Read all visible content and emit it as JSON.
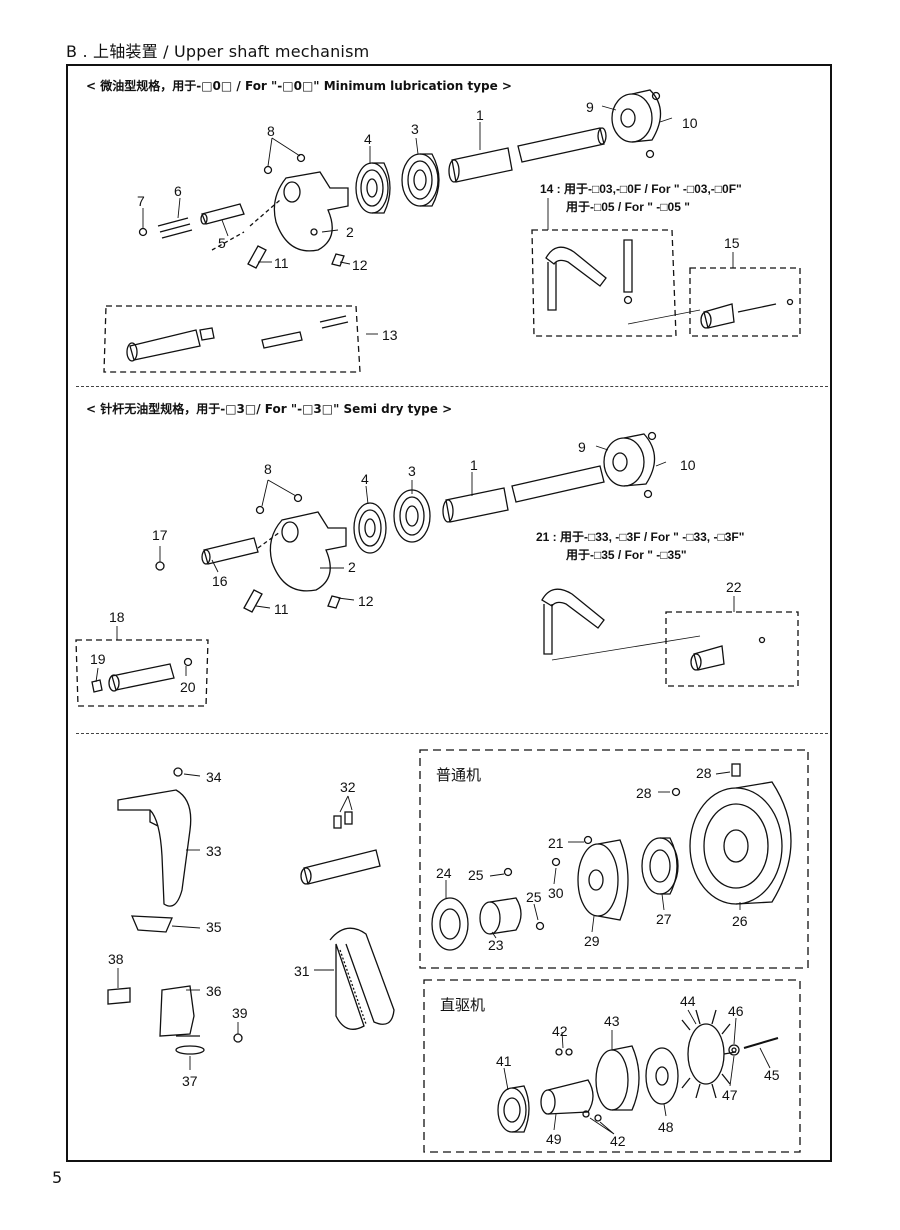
{
  "header": {
    "title": "B . 上轴装置 / Upper shaft mechanism"
  },
  "page_number": "5",
  "sections": {
    "minimum": {
      "title": "< 微油型规格，用于-□0□ / For \"-□0□\" Minimum lubrication type >"
    },
    "semidry": {
      "title": "< 针杆无油型规格，用于-□3□/ For \"-□3□\" Semi dry type >"
    },
    "standard": {
      "title": "普通机"
    },
    "direct": {
      "title": "直驱机"
    }
  },
  "notes": {
    "n14a": "14 : 用于-□03,-□0F / For \" -□03,-□0F\"",
    "n14b": "用于-□05 / For \" -□05 \"",
    "n21a": "21 : 用于-□33, -□3F / For \" -□33, -□3F\"",
    "n21b": "用于-□35 / For \" -□35\""
  },
  "labels": {
    "top": {
      "l1": "1",
      "l2": "2",
      "l3": "3",
      "l4": "4",
      "l5": "5",
      "l6": "6",
      "l7": "7",
      "l8": "8",
      "l9": "9",
      "l10": "10",
      "l11": "11",
      "l12": "12",
      "l13": "13",
      "l15": "15"
    },
    "mid": {
      "l1": "1",
      "l2": "2",
      "l3": "3",
      "l4": "4",
      "l8": "8",
      "l9": "9",
      "l10": "10",
      "l11": "11",
      "l12": "12",
      "l16": "16",
      "l17": "17",
      "l18": "18",
      "l19": "19",
      "l20": "20",
      "l22": "22"
    },
    "bottom": {
      "l21": "21",
      "l23": "23",
      "l24": "24",
      "l25a": "25",
      "l25b": "25",
      "l26": "26",
      "l27": "27",
      "l28a": "28",
      "l28b": "28",
      "l29": "29",
      "l30": "30",
      "l31": "31",
      "l32": "32",
      "l33": "33",
      "l34": "34",
      "l35": "35",
      "l36": "36",
      "l37": "37",
      "l38": "38",
      "l39": "39",
      "l41": "41",
      "l42a": "42",
      "l42b": "42",
      "l43": "43",
      "l44": "44",
      "l45": "45",
      "l46": "46",
      "l47": "47",
      "l48": "48",
      "l49": "49"
    }
  }
}
